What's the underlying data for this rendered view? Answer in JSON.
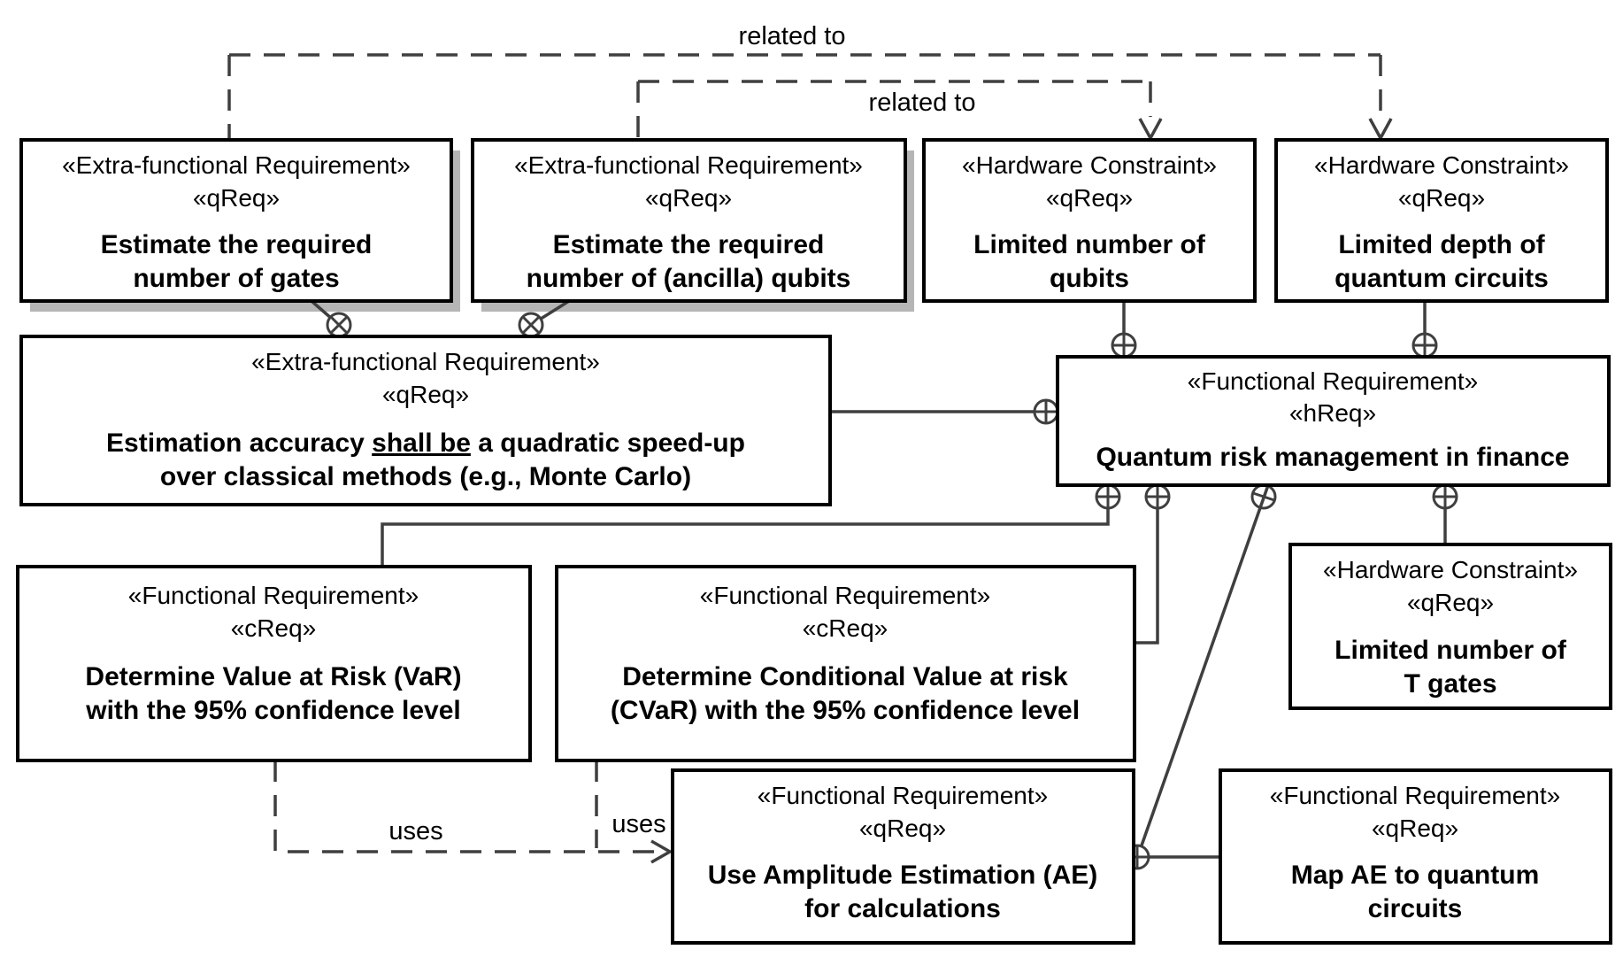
{
  "diagram": {
    "labels": {
      "related_to_top": "related to",
      "related_to_mid": "related to",
      "uses_left": "uses",
      "uses_right": "uses"
    },
    "boxes": {
      "estimate_gates": {
        "stereotype1": "«Extra-functional Requirement»",
        "stereotype2": "«qReq»",
        "title1": "Estimate the required",
        "title2": "number of gates"
      },
      "estimate_qubits": {
        "stereotype1": "«Extra-functional Requirement»",
        "stereotype2": "«qReq»",
        "title1": "Estimate the required",
        "title2": "number of (ancilla) qubits"
      },
      "limited_qubits": {
        "stereotype1": "«Hardware Constraint»",
        "stereotype2": "«qReq»",
        "title1": "Limited number of",
        "title2": "qubits"
      },
      "limited_depth": {
        "stereotype1": "«Hardware Constraint»",
        "stereotype2": "«qReq»",
        "title1": "Limited depth of",
        "title2": "quantum circuits"
      },
      "estimation_accuracy": {
        "stereotype1": "«Extra-functional Requirement»",
        "stereotype2": "«qReq»",
        "title1_pre": "Estimation accuracy ",
        "title1_underline": "shall be",
        "title1_post": " a quadratic speed-up",
        "title2": "over classical methods (e.g., Monte Carlo)"
      },
      "quantum_risk": {
        "stereotype1": "«Functional Requirement»",
        "stereotype2": "«hReq»",
        "title1": "Quantum risk management in finance"
      },
      "var": {
        "stereotype1": "«Functional Requirement»",
        "stereotype2": "«cReq»",
        "title1": "Determine Value at Risk (VaR)",
        "title2": "with the 95% confidence level"
      },
      "cvar": {
        "stereotype1": "«Functional Requirement»",
        "stereotype2": "«cReq»",
        "title1": "Determine Conditional Value at risk",
        "title2": "(CVaR) with the 95% confidence level"
      },
      "limited_t_gates": {
        "stereotype1": "«Hardware Constraint»",
        "stereotype2": "«qReq»",
        "title1": "Limited number of",
        "title2": "T gates"
      },
      "use_ae": {
        "stereotype1": "«Functional Requirement»",
        "stereotype2": "«qReq»",
        "title1": "Use Amplitude Estimation (AE)",
        "title2": "for calculations"
      },
      "map_ae": {
        "stereotype1": "«Functional Requirement»",
        "stereotype2": "«qReq»",
        "title1": "Map AE to quantum",
        "title2": "circuits"
      }
    },
    "colors": {
      "connector": "#3f3f3f",
      "border": "#000000",
      "shadow": "#b5b5b5",
      "text": "#000000",
      "background": "#ffffff"
    }
  }
}
